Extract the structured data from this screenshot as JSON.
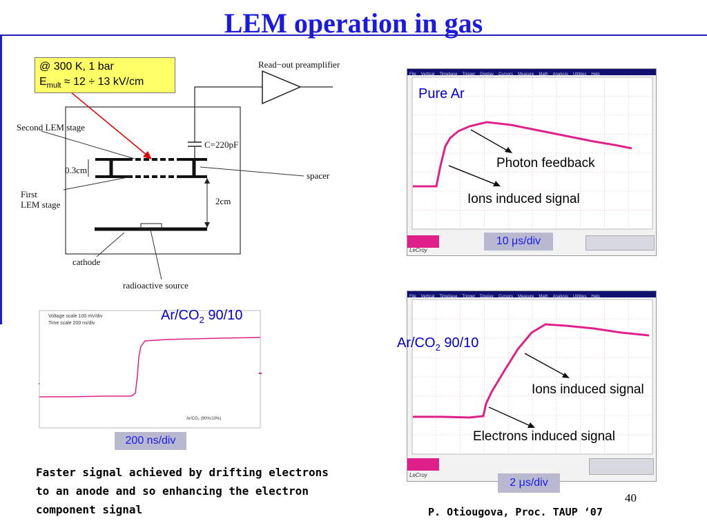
{
  "slide": {
    "title": "LEM operation in gas",
    "page_number": "40",
    "citation": "P. Otiougova, Proc. TAUP ‘07",
    "summary": "Faster signal achieved by drifting electrons to an anode and so enhancing the electron component signal"
  },
  "conditions": {
    "line1": "@ 300 K, 1 bar",
    "e_symbol": "E",
    "e_sub": "mult",
    "e_value": " ≈ 12 ÷ 13 kV/cm"
  },
  "schematic": {
    "readout": "Read−out preamplifier",
    "second_stage": "Second LEM stage",
    "capacitor": "C=220pF",
    "gap_small": "0.3cm",
    "spacer": "spacer",
    "first_stage_1": "First",
    "first_stage_2": "LEM stage",
    "gap_large": "2cm",
    "cathode": "cathode",
    "source": "radioactive source"
  },
  "scope_pure_ar": {
    "label": "Pure Ar",
    "photon": "Photon feedback",
    "ions": "Ions induced signal",
    "timebase": "10 μs/div",
    "brand": "LeCroy",
    "menu": [
      "File",
      "Vertical",
      "Timebase",
      "Trigger",
      "Display",
      "Cursors",
      "Measure",
      "Math",
      "Analysis",
      "Utilities",
      "Help"
    ]
  },
  "scope_arco2_small": {
    "label_pre": "Ar/CO",
    "label_sub": "2",
    "label_post": " 90/10",
    "voltage_scale": "Voltage scale 100 mV/div",
    "time_scale": "Time scale 200 ns/div",
    "inner_label": "Ar/CO₂ (90%/10%)",
    "timebase": "200 ns/div"
  },
  "scope_arco2_big": {
    "label_pre": "Ar/CO",
    "label_sub": "2",
    "label_post": " 90/10",
    "ions": "Ions induced signal",
    "electrons": "Electrons induced signal",
    "timebase": "2 μs/div",
    "brand": "LeCroy",
    "menu": [
      "File",
      "Vertical",
      "Timebase",
      "Trigger",
      "Display",
      "Cursors",
      "Measure",
      "Math",
      "Analysis",
      "Utilities",
      "Help"
    ]
  },
  "colors": {
    "title": "#1a1ae0",
    "trace": "#e0208a",
    "highlight": "#ffff66"
  }
}
